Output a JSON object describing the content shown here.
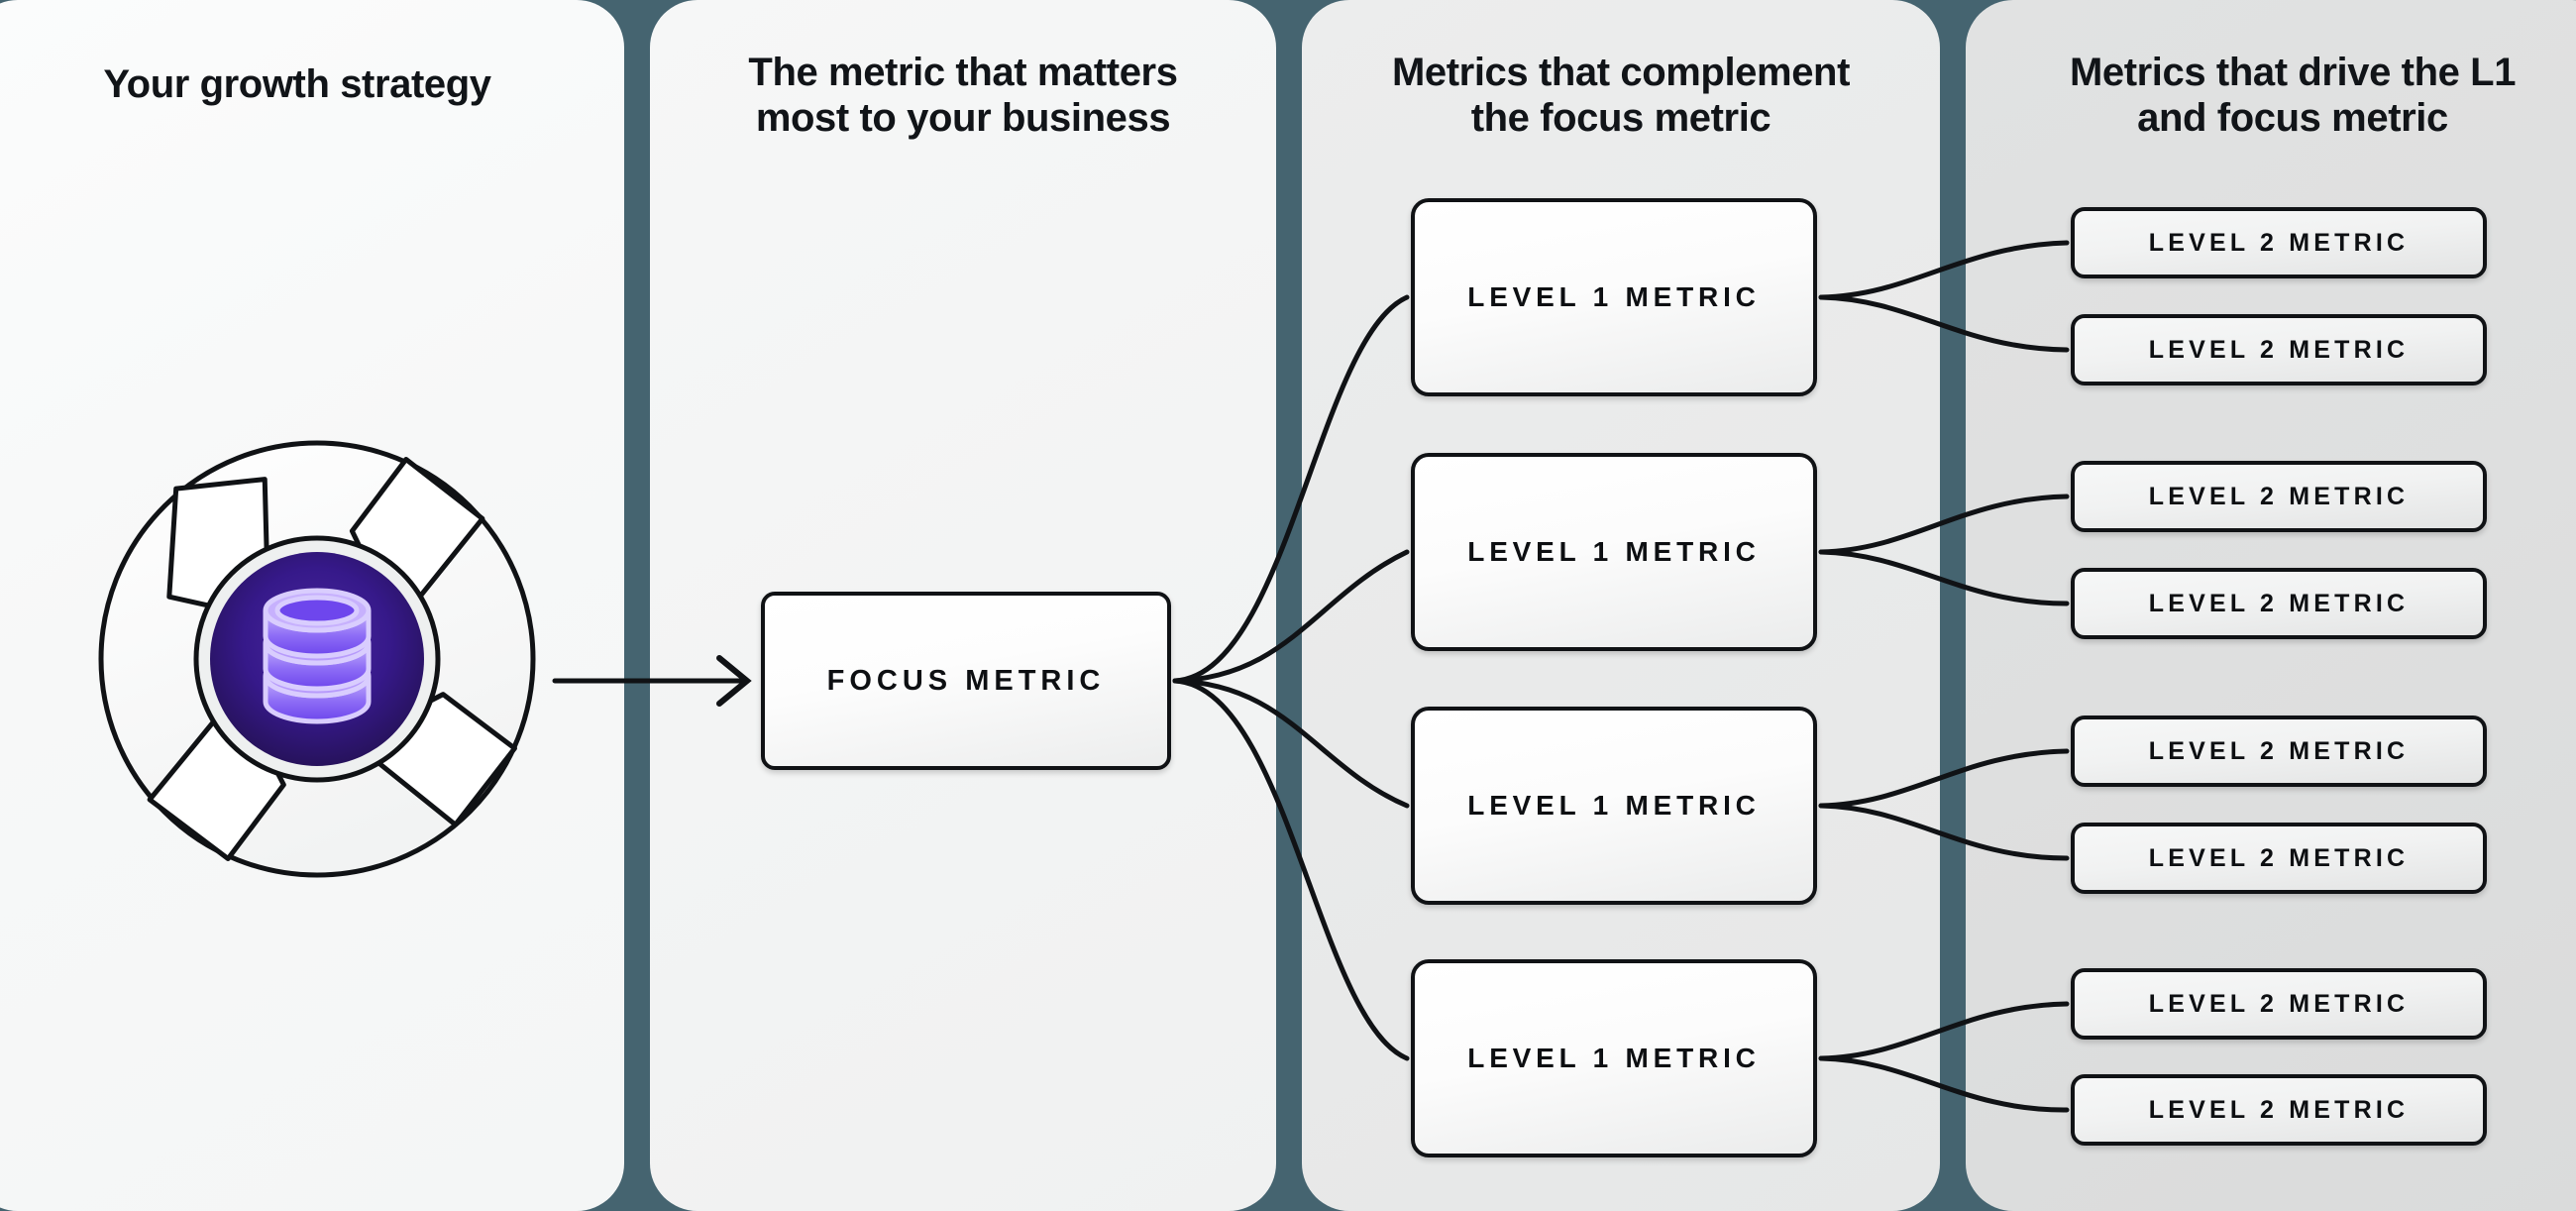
{
  "page": {
    "background_color": "#456470",
    "separator_color": "#4a6670",
    "accent_color": "#5b34c9",
    "line_color": "#101215"
  },
  "columns": [
    {
      "id": "growth-strategy",
      "title": "Your growth strategy",
      "graphic": {
        "name": "pinwheel-database-logo",
        "outer_shape": "aperture-pinwheel-circle",
        "inner_circle_color": "#2b1568",
        "icon": "database-icon",
        "icon_color": "#a78bfa"
      }
    },
    {
      "id": "focus-metric",
      "title": "The metric that matters\nmost to your business",
      "title_line1": "The metric that matters",
      "title_line2": "most to your business"
    },
    {
      "id": "level-1-metrics",
      "title": "Metrics that complement\nthe focus metric",
      "title_line1": "Metrics that complement",
      "title_line2": "the focus metric"
    },
    {
      "id": "level-2-metrics",
      "title": "Metrics that drive the L1\nand focus metric",
      "title_line1": "Metrics that drive the L1",
      "title_line2": "and focus metric"
    }
  ],
  "focus_metric": {
    "label": "FOCUS METRIC"
  },
  "level_1_metrics": [
    {
      "label": "LEVEL 1 METRIC"
    },
    {
      "label": "LEVEL 1 METRIC"
    },
    {
      "label": "LEVEL 1 METRIC"
    },
    {
      "label": "LEVEL 1 METRIC"
    }
  ],
  "level_2_metrics": [
    {
      "label": "LEVEL 2 METRIC"
    },
    {
      "label": "LEVEL 2 METRIC"
    },
    {
      "label": "LEVEL 2 METRIC"
    },
    {
      "label": "LEVEL 2 METRIC"
    },
    {
      "label": "LEVEL 2 METRIC"
    },
    {
      "label": "LEVEL 2 METRIC"
    },
    {
      "label": "LEVEL 2 METRIC"
    },
    {
      "label": "LEVEL 2 METRIC"
    }
  ]
}
